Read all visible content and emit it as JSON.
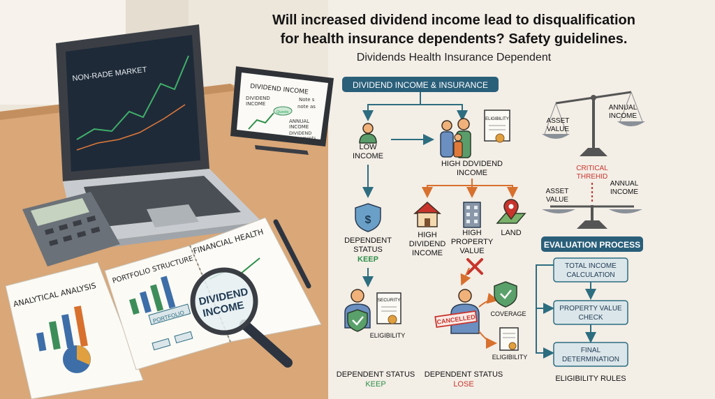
{
  "header": {
    "title_line1": "Will increased dividend income lead to disqualification",
    "title_line2": "for health insurance dependents? Safety guidelines.",
    "subtitle": "Dividends Health Insurance Dependent"
  },
  "desk": {
    "laptop_screen": "NON-RADE MARKET",
    "tablet_title": "DIVIDEND INCOME",
    "tablet_item1": "DIVIDEND",
    "tablet_item2": "INCOME",
    "tablet_bubble": "Quests",
    "tablet_note1": "Note s",
    "tablet_note2": "note as",
    "tablet_annual1": "ANNUAL",
    "tablet_annual2": "INCOME",
    "tablet_doc1": "DIVIDEND",
    "tablet_doc2": "docsnements",
    "sheet_left": "ANALYTICAL ANALYSIS",
    "sheet_mid": "PORTFOLIO STRUCTURE",
    "sheet_portfolio": "PORTFOLIO",
    "sheet_right": "FINANCIAL HEALTH",
    "lens_line1": "DIVIDEND",
    "lens_line2": "INCOME"
  },
  "flow": {
    "banner": "DIVIDEND INCOME & INSURANCE",
    "low_line1": "LOW",
    "low_line2": "INCOME",
    "high_line1": "HIGH DDVIDEND",
    "high_line2": "INCOME",
    "eligibility_doc": "ELIGIBILITY",
    "dep_line1": "DEPENDENT",
    "dep_line2": "STATUS",
    "keep": "KEEP",
    "cat1_line1": "HIGH",
    "cat1_line2": "DIVIDEND",
    "cat1_line3": "INCOME",
    "cat2_line1": "HIGH",
    "cat2_line2": "PROPERTY",
    "cat2_line3": "VALUE",
    "cat3": "LAND",
    "security": "SECURITY",
    "eligibility_left": "ELIGIBILITY",
    "cancelled": "CANCELLED",
    "coverage": "COVERAGE",
    "eligibility_right": "ELIGIBILITY",
    "bottom_left_line1": "DEPENDENT STATUS",
    "bottom_left_line2": "KEEP",
    "bottom_right_line1": "DEPENDENT STATUS",
    "bottom_right_line2": "LOSE"
  },
  "scales": {
    "asset1_line1": "ASSET",
    "asset1_line2": "VALUE",
    "annual1_line1": "ANNUAL",
    "annual1_line2": "INCOME",
    "critical_line1": "CRITICAL",
    "critical_line2": "THREHID",
    "asset2_line1": "ASSET",
    "asset2_line2": "VALUE",
    "annual2_line1": "ANNUAL",
    "annual2_line2": "INCOME"
  },
  "evaluation": {
    "title": "EVALUATION PROCESS",
    "step1_line1": "TOTAL INCOME",
    "step1_line2": "CALCULATION",
    "step2_line1": "PROPERTY VALUE",
    "step2_line2": "CHECK",
    "step3_line1": "FINAL",
    "step3_line2": "DETERMINATION",
    "footer": "ELIGIBILITY RULES"
  },
  "colors": {
    "teal": "#2d6d80",
    "banner": "#2a5f7a",
    "orange": "#d8702e",
    "green": "#2f8f4a",
    "red": "#c8342c",
    "desk": "#d9a778",
    "box": "#dbe6ea"
  }
}
